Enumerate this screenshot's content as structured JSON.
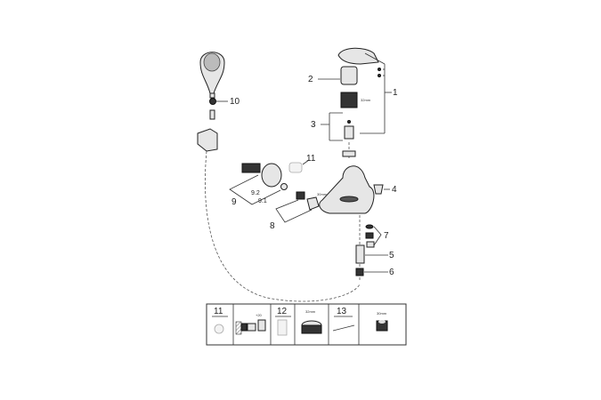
{
  "callouts": {
    "c1": "1",
    "c2": "2",
    "c3": "3",
    "c4": "4",
    "c5": "5",
    "c6": "6",
    "c7": "7",
    "c8": "8",
    "c9": "9",
    "c9_1": "9.1",
    "c9_2": "9.2",
    "c10": "10",
    "c11": "11"
  },
  "dimensions": {
    "cartridge": "32mm",
    "nut": "30mm"
  },
  "accessory_table": {
    "cells": [
      {
        "number": "11"
      },
      {
        "dimension": "+20"
      },
      {
        "number": "12"
      },
      {
        "dimension": "32mm"
      },
      {
        "number": "13"
      },
      {
        "dimension": "30mm"
      }
    ]
  }
}
